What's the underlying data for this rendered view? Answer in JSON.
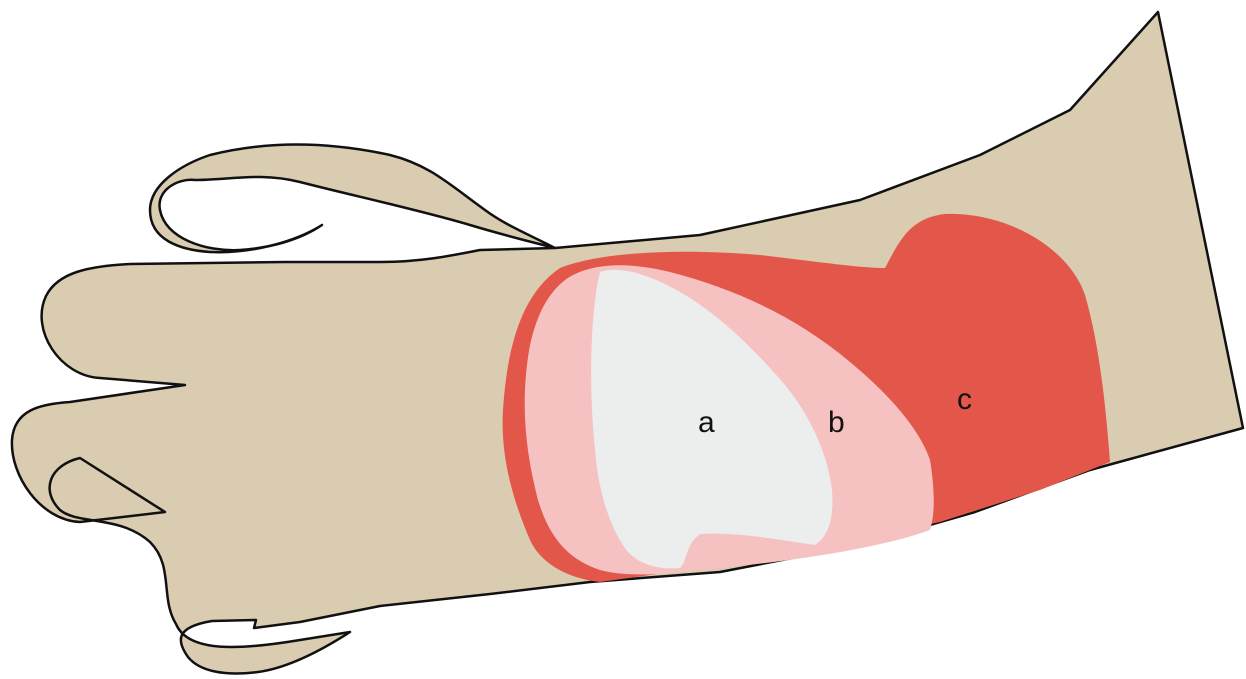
{
  "diagram": {
    "labels": {
      "a": "a",
      "b": "b",
      "c": "c"
    },
    "colors": {
      "background": "#ffffff",
      "skin": "#d9ccb0",
      "outline": "#111111",
      "zone_a": "#eceded",
      "zone_b": "#f6c1c1",
      "zone_c": "#e3564a"
    }
  }
}
